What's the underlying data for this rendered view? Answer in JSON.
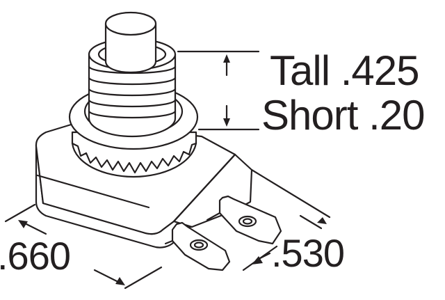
{
  "diagram": {
    "labels": {
      "tall": "Tall .425",
      "short": "Short .20",
      "width": ".660",
      "depth": ".530"
    },
    "colors": {
      "ink": "#231f20",
      "fill": "#ffffff"
    }
  }
}
